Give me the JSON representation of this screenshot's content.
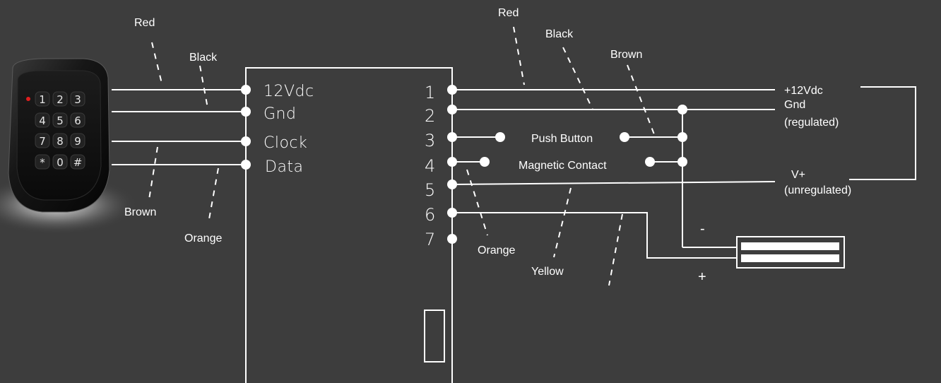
{
  "reader": {
    "keys": [
      "1",
      "2",
      "3",
      "4",
      "5",
      "6",
      "7",
      "8",
      "9",
      "*",
      "0",
      "#"
    ]
  },
  "reader_wires": {
    "red": "Red",
    "black": "Black",
    "brown": "Brown",
    "orange": "Orange"
  },
  "reader_terminals": [
    "12Vdc",
    "Gnd",
    "Clock",
    "Data"
  ],
  "controller_terminals": [
    "1",
    "2",
    "3",
    "4",
    "5",
    "6",
    "7"
  ],
  "right_wires": {
    "red": "Red",
    "black": "Black",
    "brown": "Brown",
    "orange": "Orange",
    "yellow": "Yellow"
  },
  "devices": {
    "push_button": "Push Button",
    "magnetic_contact": "Magnetic Contact"
  },
  "power": {
    "v12": "+12Vdc",
    "gnd": "Gnd",
    "gnd_note": "(regulated)",
    "vplus": "V+",
    "vplus_note": "(unregulated)"
  },
  "lock": {
    "minus": "-",
    "plus": "+"
  },
  "colors": {
    "background": "#3d3d3d",
    "lines": "#ffffff",
    "reader_led": "#e01e1e"
  }
}
